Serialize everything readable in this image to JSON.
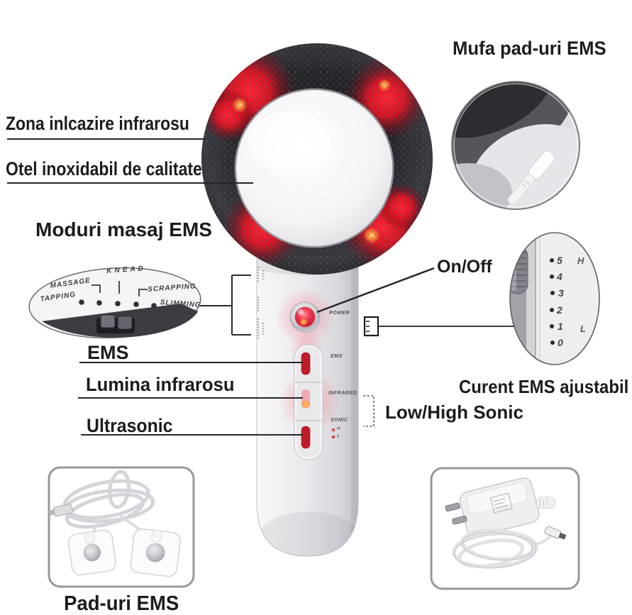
{
  "labels": {
    "zona": "Zona inlcazire infrarosu",
    "otel": "Otel inoxidabil de calitate",
    "moduri": "Moduri masaj EMS",
    "mufa": "Mufa pad-uri EMS",
    "on_off": "On/Off",
    "curent": "Curent EMS ajustabil",
    "low_high": "Low/High Sonic",
    "ems": "EMS",
    "lumina": "Lumina infrarosu",
    "ultrasonic": "Ultrasonic",
    "pad_uri": "Pad-uri EMS"
  },
  "device": {
    "power": "POWER",
    "ems": "EMS",
    "infrared": "INFRARED",
    "sonic": "SONIC",
    "sonic_high": "H",
    "sonic_low": "L"
  },
  "dial_modes": {
    "tapping": "TAPPING",
    "massage": "MASSAGE",
    "knead": "KNEAD",
    "scrapping": "SCRAPPING",
    "slimming": "SLIMMING"
  },
  "level_dial": {
    "levels": [
      "5",
      "4",
      "3",
      "2",
      "1",
      "0"
    ],
    "high": "H",
    "low": "L"
  },
  "colors": {
    "accent_red": "#e01525",
    "led_orange": "#ff9a3c",
    "text": "#1c1c1c"
  }
}
